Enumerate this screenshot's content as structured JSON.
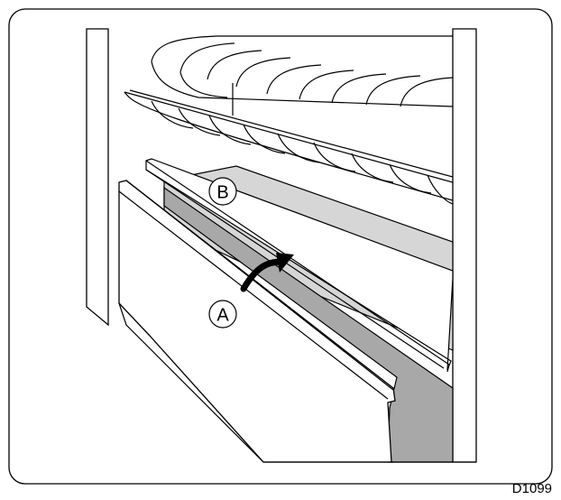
{
  "callouts": {
    "a": "A",
    "b": "B"
  },
  "figure_code": "D1099",
  "colors": {
    "line": "#000000",
    "dark_gray": "#a8a8a8",
    "light_gray": "#d6d6d6",
    "background": "#ffffff"
  }
}
